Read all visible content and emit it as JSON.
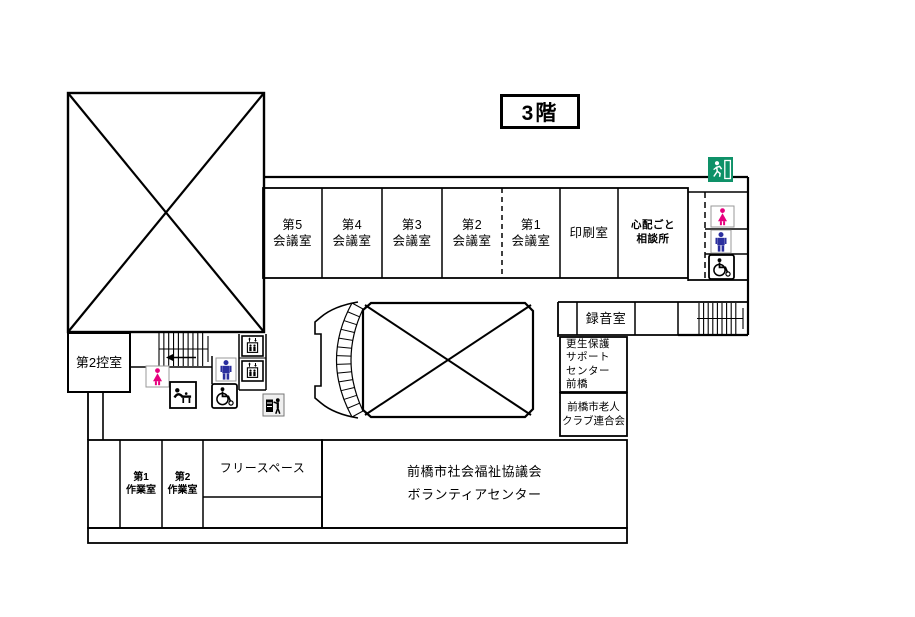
{
  "header": {
    "floor_title": "3階"
  },
  "meeting_rooms": [
    {
      "label": "第5\n会議室"
    },
    {
      "label": "第4\n会議室"
    },
    {
      "label": "第3\n会議室"
    },
    {
      "label": "第2\n会議室"
    },
    {
      "label": "第1\n会議室"
    },
    {
      "label": "印刷室"
    },
    {
      "label": "心配ごと\n相談所"
    }
  ],
  "areas": {
    "recording_room": "録音室",
    "rehabilitation_support_center": "更生保護\nサポート\nセンター\n前橋",
    "elderly_club_federation": "前橋市老人\nクラブ連合会",
    "waiting_room_2": "第2控室",
    "workshop_1": "第1\n作業室",
    "workshop_2": "第2\n作業室",
    "free_space": "フリースペース",
    "volunteer_center": "前橋市社会福祉協議会\nボランティアセンター"
  },
  "icons": {
    "exit": "emergency-exit-running-man",
    "female_toilet": "female-toilet",
    "male_toilet": "male-toilet",
    "accessible_toilet": "wheelchair-accessible-toilet",
    "baby_changing": "baby-changing-station",
    "elevator": "elevator",
    "waste_disposal": "waste-disposal-station",
    "stairs": "stairs"
  },
  "colors": {
    "exit_green": "#0e9168",
    "female_pink": "#e6007e",
    "male_blue": "#2b2f9e",
    "wall": "#000000"
  }
}
